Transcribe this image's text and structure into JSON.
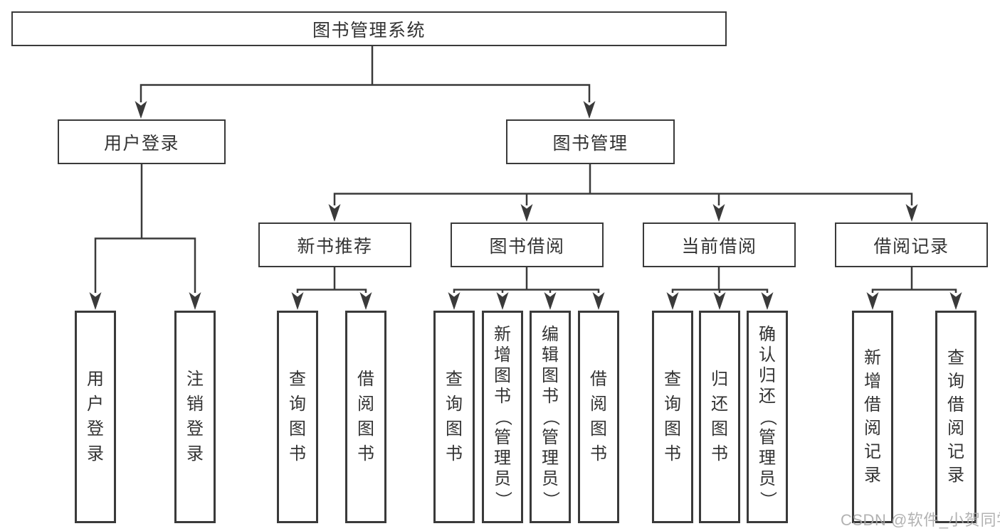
{
  "root": {
    "label": "图书管理系统"
  },
  "level2": {
    "user_login": "用户登录",
    "book_management": "图书管理"
  },
  "level3": {
    "new_book_recommend": "新书推荐",
    "book_borrow": "图书借阅",
    "current_borrow": "当前借阅",
    "borrow_records": "借阅记录"
  },
  "leaves": {
    "user_login": [
      "用户登录",
      "注销登录"
    ],
    "new_book_recommend": [
      "查询图书",
      "借阅图书"
    ],
    "book_borrow": [
      "查询图书",
      "新增图书（管理员）",
      "编辑图书（管理员）",
      "借阅图书"
    ],
    "current_borrow": [
      "查询图书",
      "归还图书",
      "确认归还（管理员）"
    ],
    "borrow_records": [
      "新增借阅记录",
      "查询借阅记录"
    ]
  },
  "watermark": "CSDN @软件_小贺同学",
  "colors": {
    "line": "#3a3a3a",
    "text": "#333333",
    "watermark": "#a8a8a8",
    "background": "#ffffff"
  }
}
